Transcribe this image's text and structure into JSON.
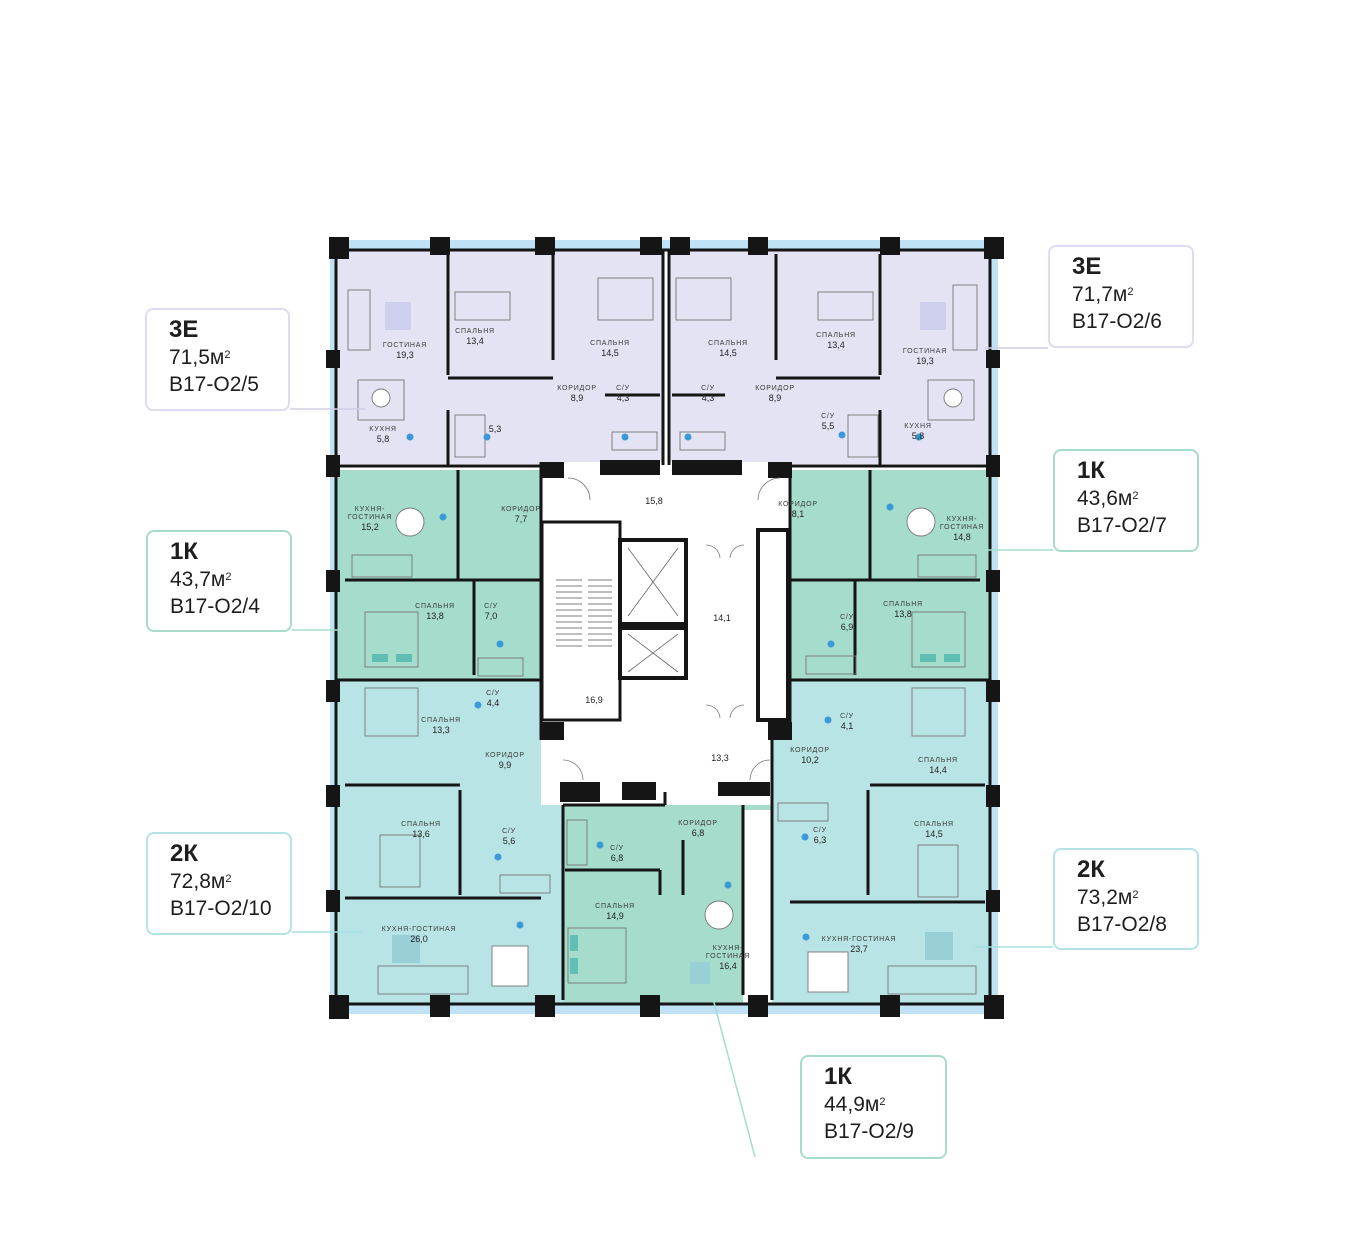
{
  "colors": {
    "lilac": "#e3e3f3",
    "teal_dark": "#a6dccb",
    "teal_light": "#b9e4e5",
    "hall": "#ffffff",
    "wall": "#151515",
    "window": "#bfe2f4",
    "card_lilac": "#dcdcf2",
    "card_teal": "#a7dccc",
    "card_blue": "#b3e3e5",
    "water": "#3a9ad9"
  },
  "cards": [
    {
      "type": "3Е",
      "area": "71,5м",
      "sup": "2",
      "code": "В17-О2/5"
    },
    {
      "type": "3Е",
      "area": "71,7м",
      "sup": "2",
      "code": "В17-О2/6"
    },
    {
      "type": "1К",
      "area": "43,7м",
      "sup": "2",
      "code": "В17-О2/4"
    },
    {
      "type": "1К",
      "area": "43,6м",
      "sup": "2",
      "code": "В17-О2/7"
    },
    {
      "type": "2К",
      "area": "72,8м",
      "sup": "2",
      "code": "В17-О2/10"
    },
    {
      "type": "2К",
      "area": "73,2м",
      "sup": "2",
      "code": "В17-О2/8"
    },
    {
      "type": "1К",
      "area": "44,9м",
      "sup": "2",
      "code": "В17-О2/9"
    }
  ],
  "rooms": [
    {
      "name": "ГОСТИНАЯ",
      "area": "19,3"
    },
    {
      "name": "СПАЛЬНЯ",
      "area": "13,4"
    },
    {
      "name": "СПАЛЬНЯ",
      "area": "14,5"
    },
    {
      "name": "СПАЛЬНЯ",
      "area": "14,5"
    },
    {
      "name": "СПАЛЬНЯ",
      "area": "13,4"
    },
    {
      "name": "ГОСТИНАЯ",
      "area": "19,3"
    },
    {
      "name": "КОРИДОР",
      "area": "8,9"
    },
    {
      "name": "С/У",
      "area": "4,3"
    },
    {
      "name": "С/У",
      "area": "4,3"
    },
    {
      "name": "КОРИДОР",
      "area": "8,9"
    },
    {
      "name": "",
      "area": "5,3"
    },
    {
      "name": "С/У",
      "area": "5,5"
    },
    {
      "name": "КУХНЯ",
      "area": "5,8"
    },
    {
      "name": "КУХНЯ",
      "area": "5,8"
    },
    {
      "name": "КУХНЯ-",
      "name2": "ГОСТИНАЯ",
      "area": "15,2"
    },
    {
      "name": "КОРИДОР",
      "area": "7,7"
    },
    {
      "name": "КОРИДОР",
      "area": "8,1"
    },
    {
      "name": "КУХНЯ-",
      "name2": "ГОСТИНАЯ",
      "area": "14,8"
    },
    {
      "name": "СПАЛЬНЯ",
      "area": "13,8"
    },
    {
      "name": "С/У",
      "area": "7,0"
    },
    {
      "name": "С/У",
      "area": "6,9"
    },
    {
      "name": "СПАЛЬНЯ",
      "area": "13,8"
    },
    {
      "name": "С/У",
      "area": "4,4"
    },
    {
      "name": "СПАЛЬНЯ",
      "area": "13,3"
    },
    {
      "name": "КОРИДОР",
      "area": "9,9"
    },
    {
      "name": "С/У",
      "area": "4,1"
    },
    {
      "name": "КОРИДОР",
      "area": "10,2"
    },
    {
      "name": "СПАЛЬНЯ",
      "area": "14,4"
    },
    {
      "name": "СПАЛЬНЯ",
      "area": "13,6"
    },
    {
      "name": "С/У",
      "area": "5,6"
    },
    {
      "name": "КОРИДОР",
      "area": "6,8"
    },
    {
      "name": "С/У",
      "area": "6,8"
    },
    {
      "name": "С/У",
      "area": "6,3"
    },
    {
      "name": "СПАЛЬНЯ",
      "area": "14,5"
    },
    {
      "name": "СПАЛЬНЯ",
      "area": "14,9"
    },
    {
      "name": "КУХНЯ-",
      "name2": "ГОСТИНАЯ",
      "area": "16,4"
    },
    {
      "name": "КУХНЯ-ГОСТИНАЯ",
      "area": "26,0"
    },
    {
      "name": "КУХНЯ-ГОСТИНАЯ",
      "area": "23,7"
    }
  ],
  "common": [
    {
      "area": "15,8"
    },
    {
      "area": "14,1"
    },
    {
      "area": "16,9"
    },
    {
      "area": "13,3"
    }
  ]
}
